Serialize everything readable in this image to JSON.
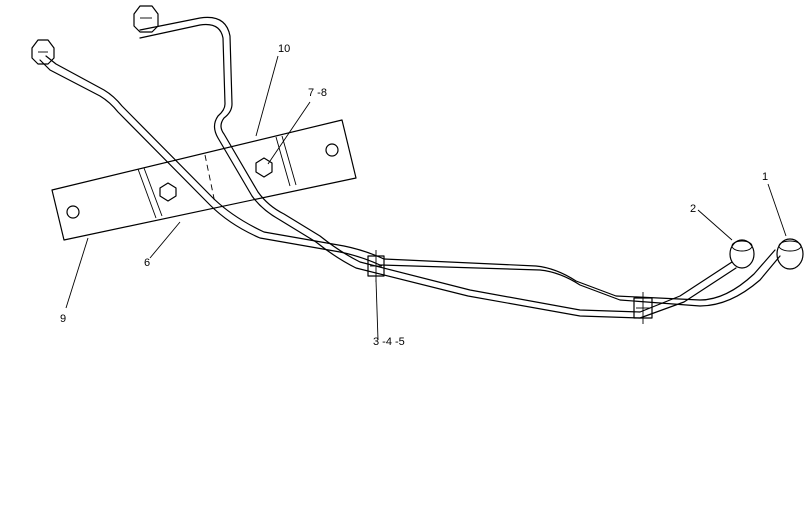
{
  "callouts": [
    {
      "id": "1",
      "text": "1"
    },
    {
      "id": "2",
      "text": "2"
    },
    {
      "id": "3-4-5",
      "text": "3 -4 -5"
    },
    {
      "id": "6",
      "text": "6"
    },
    {
      "id": "7-8",
      "text": "7 -8"
    },
    {
      "id": "9",
      "text": "9"
    },
    {
      "id": "10",
      "text": "10"
    }
  ]
}
